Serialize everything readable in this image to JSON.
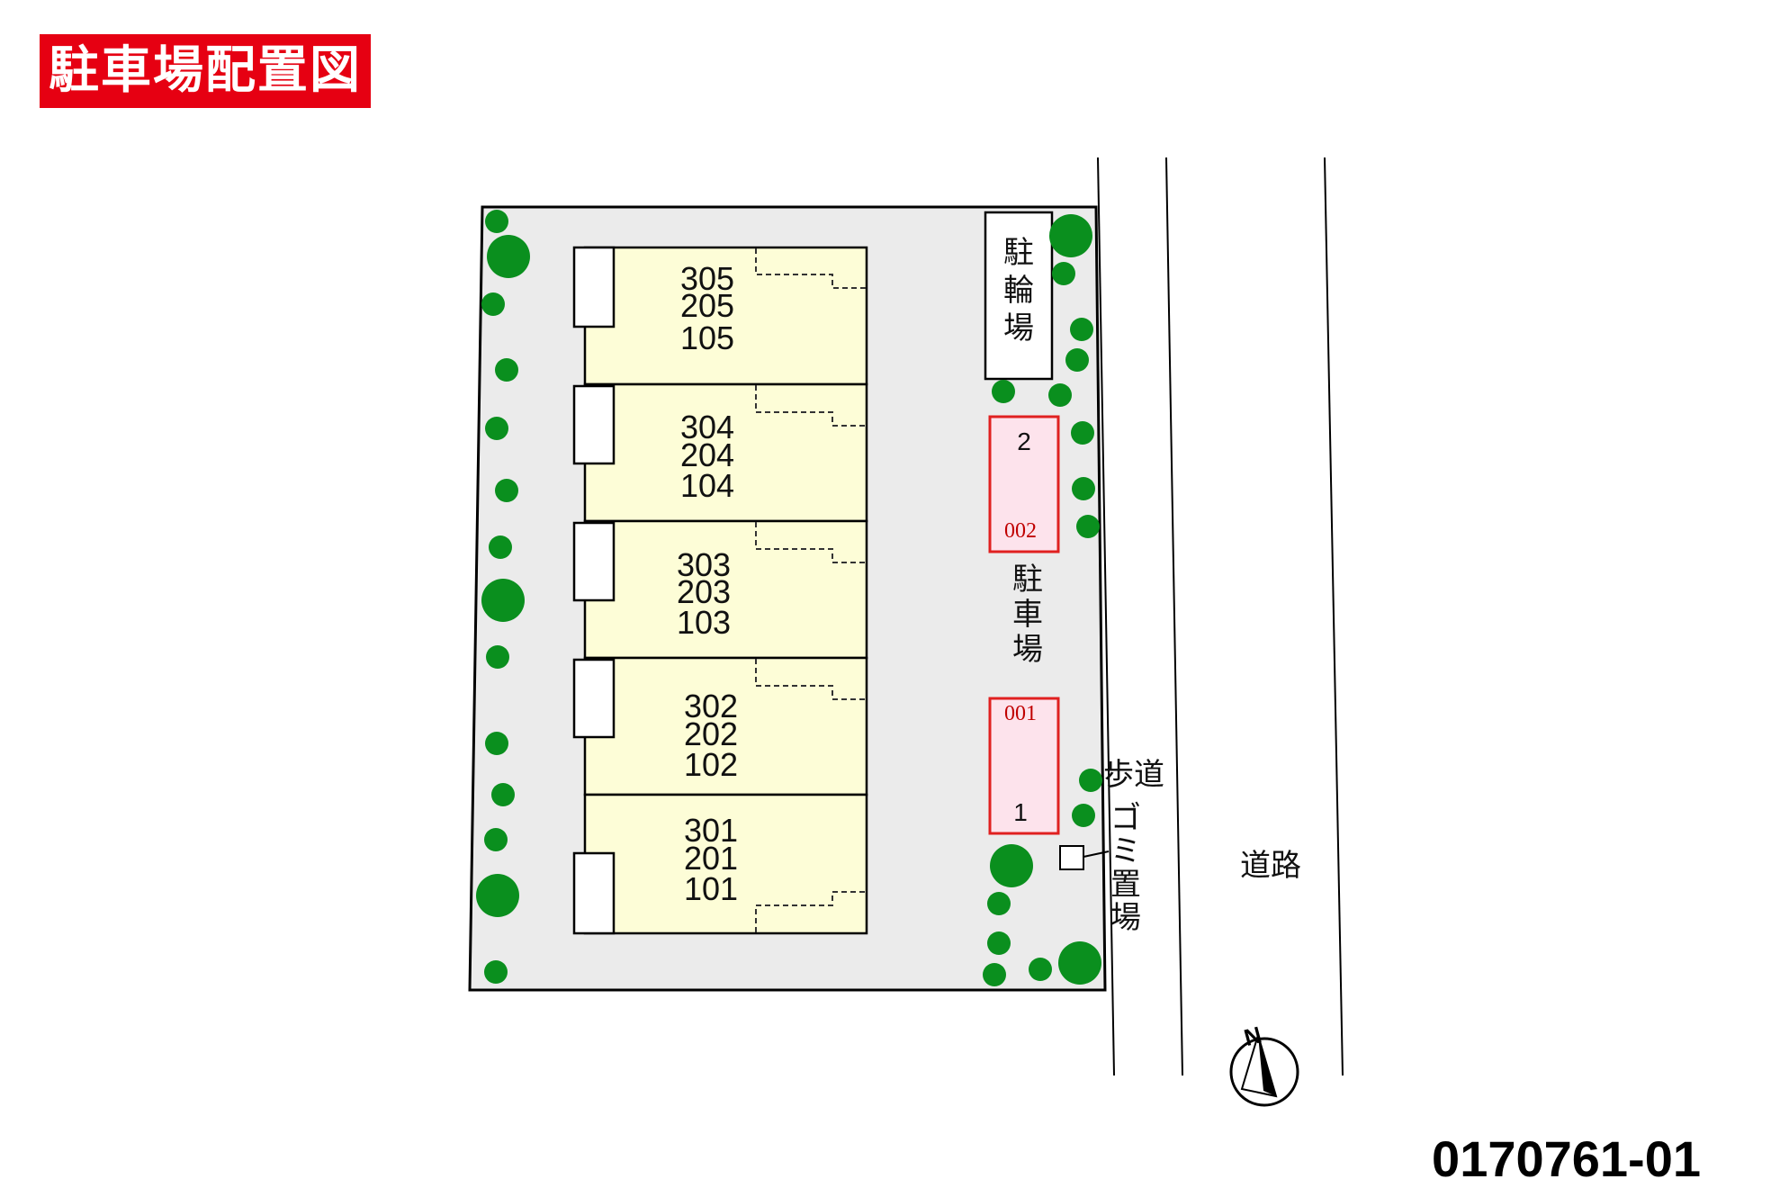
{
  "title": "駐車場配置図",
  "map_code": "0170761-01",
  "units": [
    {
      "numbers": [
        "305",
        "205",
        "105"
      ]
    },
    {
      "numbers": [
        "304",
        "204",
        "104"
      ]
    },
    {
      "numbers": [
        "303",
        "203",
        "103"
      ]
    },
    {
      "numbers": [
        "302",
        "202",
        "102"
      ]
    },
    {
      "numbers": [
        "301",
        "201",
        "101"
      ]
    }
  ],
  "bicycle_parking": [
    "駐",
    "輪",
    "場"
  ],
  "parking_label": [
    "駐",
    "車",
    "場"
  ],
  "parking_spaces": [
    {
      "number": "2",
      "code": "002"
    },
    {
      "number": "1",
      "code": "001"
    }
  ],
  "sidewalk_label": "歩道",
  "garbage_label": [
    "ゴ",
    "ミ",
    "置",
    "場"
  ],
  "road_label": "道路",
  "compass_label": "N",
  "colors": {
    "title_bg": "#e60012",
    "building_fill": "#fdfdd7",
    "lot_fill": "#ebebeb",
    "parking_fill": "#fde3ec",
    "parking_border": "#e02020",
    "tree_green": "#0a8f1e"
  }
}
